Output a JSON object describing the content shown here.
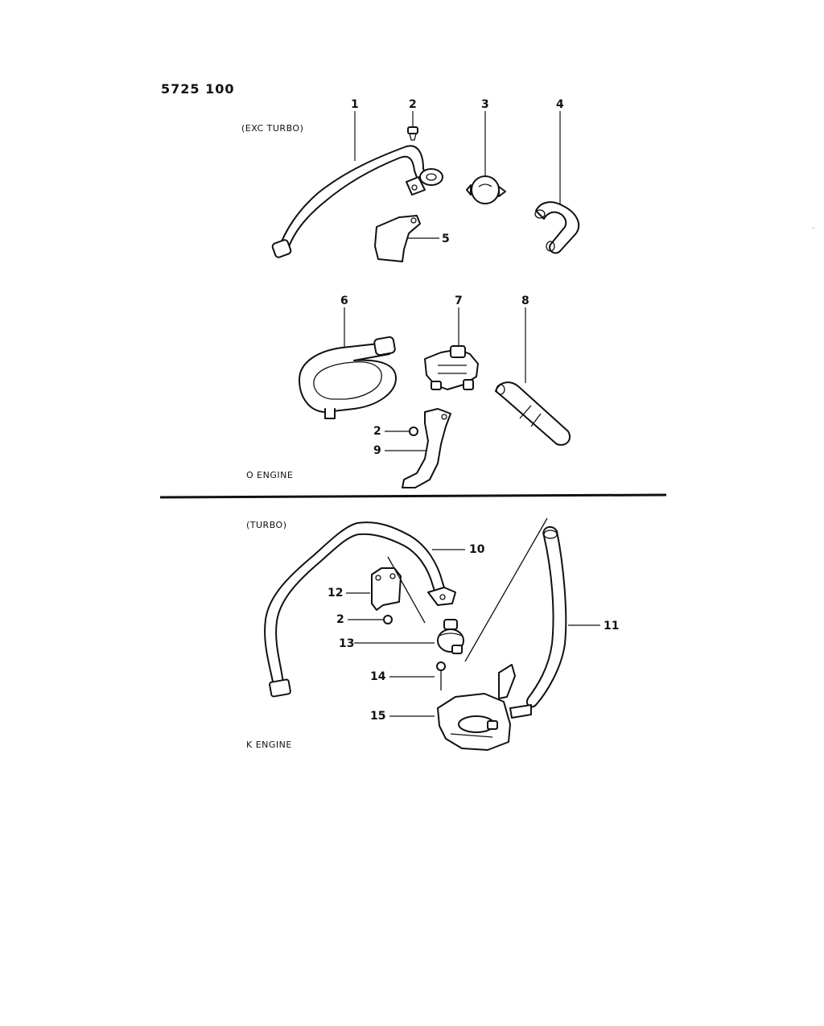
{
  "header": {
    "code": "5725 100"
  },
  "sections": {
    "exc_turbo": "(EXC TURBO)",
    "o_engine": "O ENGINE",
    "turbo": "(TURBO)",
    "k_engine": "K ENGINE"
  },
  "callouts": [
    "1",
    "2",
    "3",
    "4",
    "5",
    "6",
    "7",
    "2",
    "9",
    "8",
    "10",
    "11",
    "12",
    "2",
    "13",
    "14",
    "15"
  ]
}
